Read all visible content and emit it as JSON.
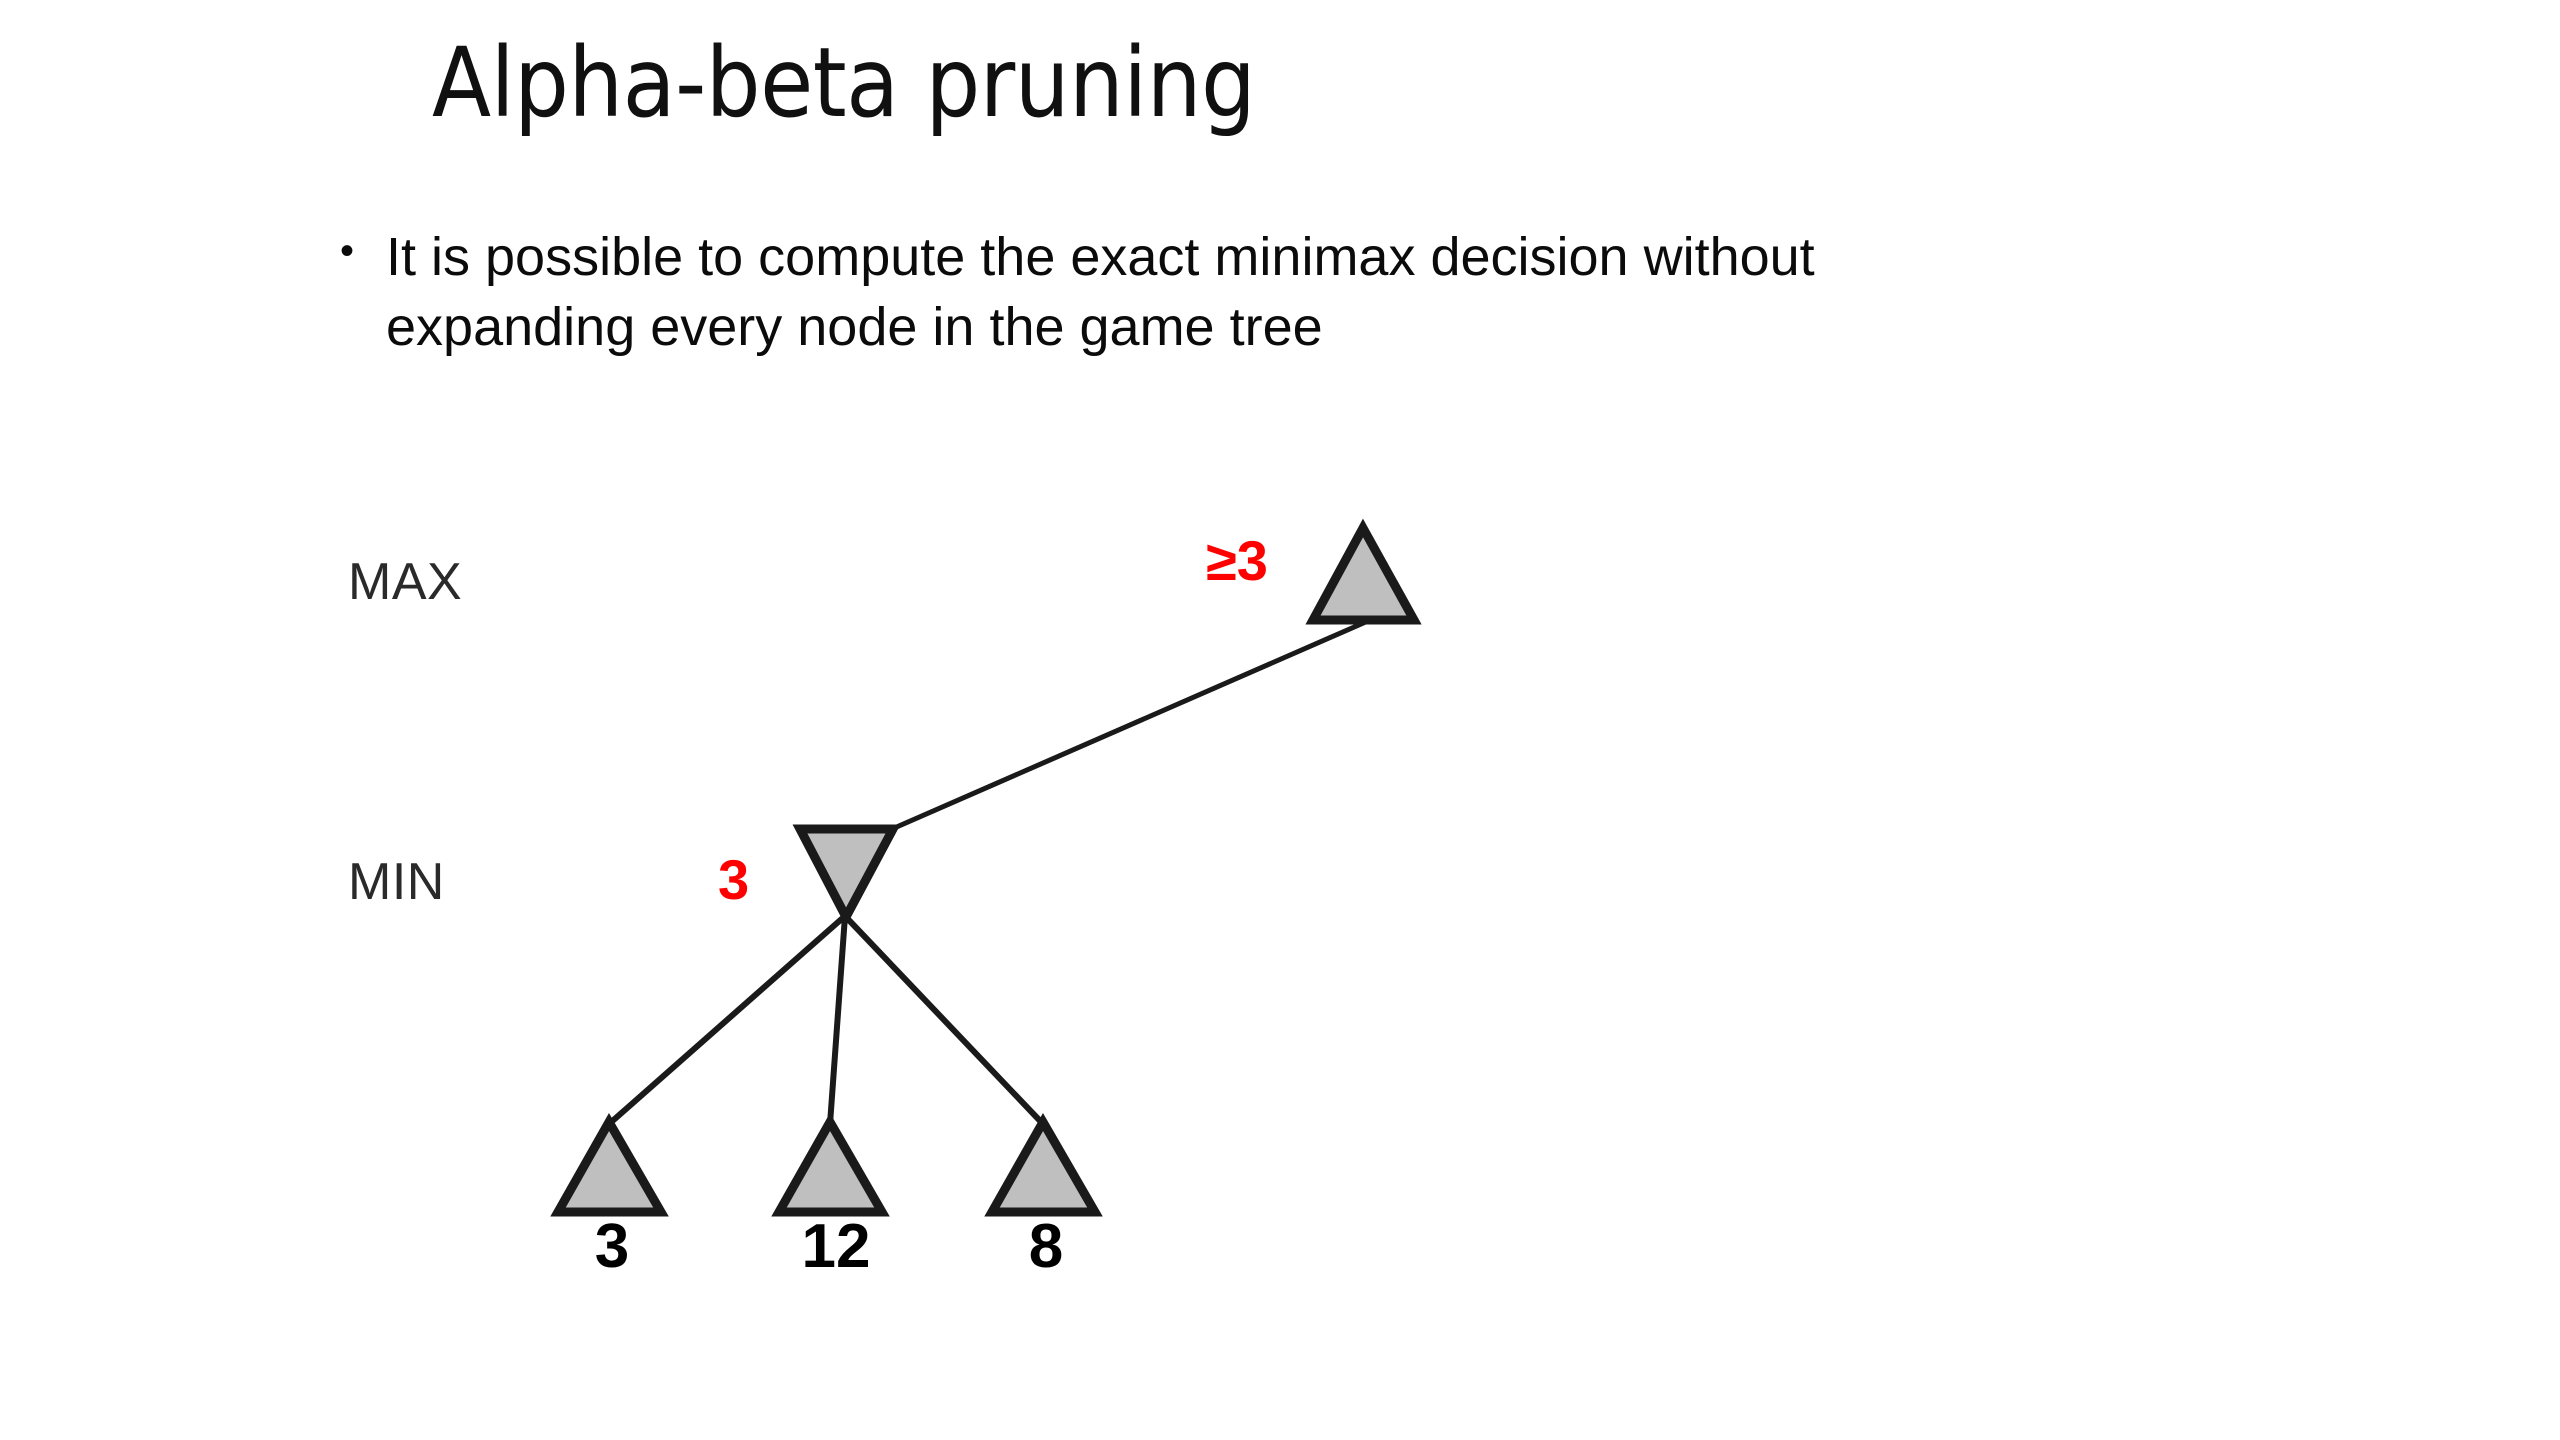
{
  "slide": {
    "title": "Alpha-beta pruning",
    "background_color": "#ffffff"
  },
  "body": {
    "bullets": [
      {
        "marker": "•",
        "text": "It is possible to compute the exact minimax decision without expanding every node in the game tree"
      }
    ]
  },
  "diagram": {
    "type": "game-tree",
    "row_labels": {
      "max": "MAX",
      "min": "MIN"
    },
    "colors": {
      "node_fill": "#bfbfbf",
      "node_stroke": "#1a1a1a",
      "edge": "#1a1a1a",
      "annotation_red": "#ff0000",
      "leaf_label": "#000000",
      "row_label": "#2a2a2a"
    },
    "nodes": {
      "max_node": {
        "label": "≥3",
        "shape": "triangle-up",
        "value_text": ">",
        "underline": true
      },
      "min_node": {
        "label": "3",
        "shape": "triangle-down"
      },
      "leaves": [
        {
          "label": "3",
          "shape": "triangle-up"
        },
        {
          "label": "12",
          "shape": "triangle-up"
        },
        {
          "label": "8",
          "shape": "triangle-up"
        }
      ]
    }
  },
  "chart_data": {
    "type": "tree",
    "title": "Alpha-beta pruning",
    "levels": [
      "MAX",
      "MIN"
    ],
    "root": {
      "name": "max_node",
      "value": "≥3",
      "player": "MAX"
    },
    "children": [
      {
        "name": "min_node",
        "value": "3",
        "player": "MIN",
        "children": [
          {
            "name": "leaf_0",
            "value": 3
          },
          {
            "name": "leaf_1",
            "value": 12
          },
          {
            "name": "leaf_2",
            "value": 8
          }
        ]
      }
    ],
    "leaf_values": [
      3,
      12,
      8
    ]
  }
}
